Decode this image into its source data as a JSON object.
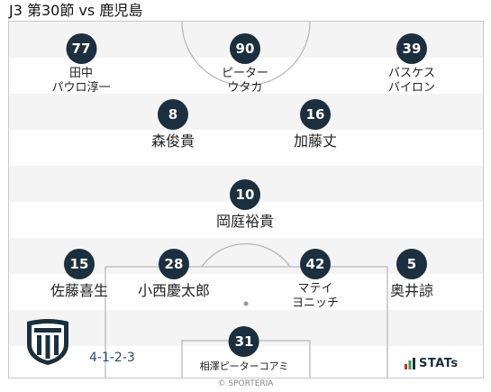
{
  "header": {
    "title": "J3 第30節 vs 鹿児島"
  },
  "formation": "4-1-2-3",
  "players": [
    {
      "number": "77",
      "name_line1": "田中",
      "name_line2": "パウロ淳一"
    },
    {
      "number": "90",
      "name_line1": "ピーター",
      "name_line2": "ウタカ"
    },
    {
      "number": "39",
      "name_line1": "バスケス",
      "name_line2": "バイロン"
    },
    {
      "number": "8",
      "name": "森俊貴"
    },
    {
      "number": "16",
      "name": "加藤丈"
    },
    {
      "number": "10",
      "name": "岡庭裕貴"
    },
    {
      "number": "15",
      "name": "佐藤喜生"
    },
    {
      "number": "28",
      "name": "小西慶太郎"
    },
    {
      "number": "42",
      "name_line1": "マテイ",
      "name_line2": "ヨニッチ"
    },
    {
      "number": "5",
      "name": "奥井諒"
    },
    {
      "number": "31",
      "name": "相澤ピーターコアミ"
    }
  ],
  "branding": {
    "stats_label": "STATs",
    "copyright": "© SPORTERIA"
  },
  "colors": {
    "number_badge": "#1b2f3e",
    "stripe_light": "#f4f4f4",
    "stripe_white": "#ffffff",
    "pitch_lines": "#b5b5b5",
    "formation_text": "#2c4a6a"
  },
  "icons": {
    "team_logo": "team-crest-icon",
    "stats_logo": "stats-bar-chart-icon"
  }
}
